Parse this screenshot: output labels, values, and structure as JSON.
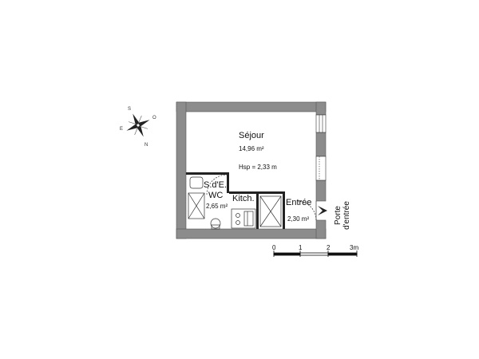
{
  "rooms": {
    "sejour": {
      "name": "Séjour",
      "area": "14,96 m²",
      "height": "Hsp = 2,33 m"
    },
    "sde_wc": {
      "name_line1": "S.d'E.",
      "name_line2": "WC",
      "area": "2,65 m²"
    },
    "kitchen": {
      "name": "Kitch."
    },
    "entree": {
      "name": "Entrée",
      "area": "2,30 m²"
    }
  },
  "door": {
    "label_line1": "Porte",
    "label_line2": "d'entrée"
  },
  "scale": {
    "ticks": [
      "0",
      "1",
      "2",
      "3m"
    ]
  },
  "compass": {
    "letters": [
      "S",
      "O",
      "N",
      "E"
    ]
  },
  "colors": {
    "wall": "#8c8c8c",
    "wall_edge": "#555555",
    "line": "#222222"
  }
}
